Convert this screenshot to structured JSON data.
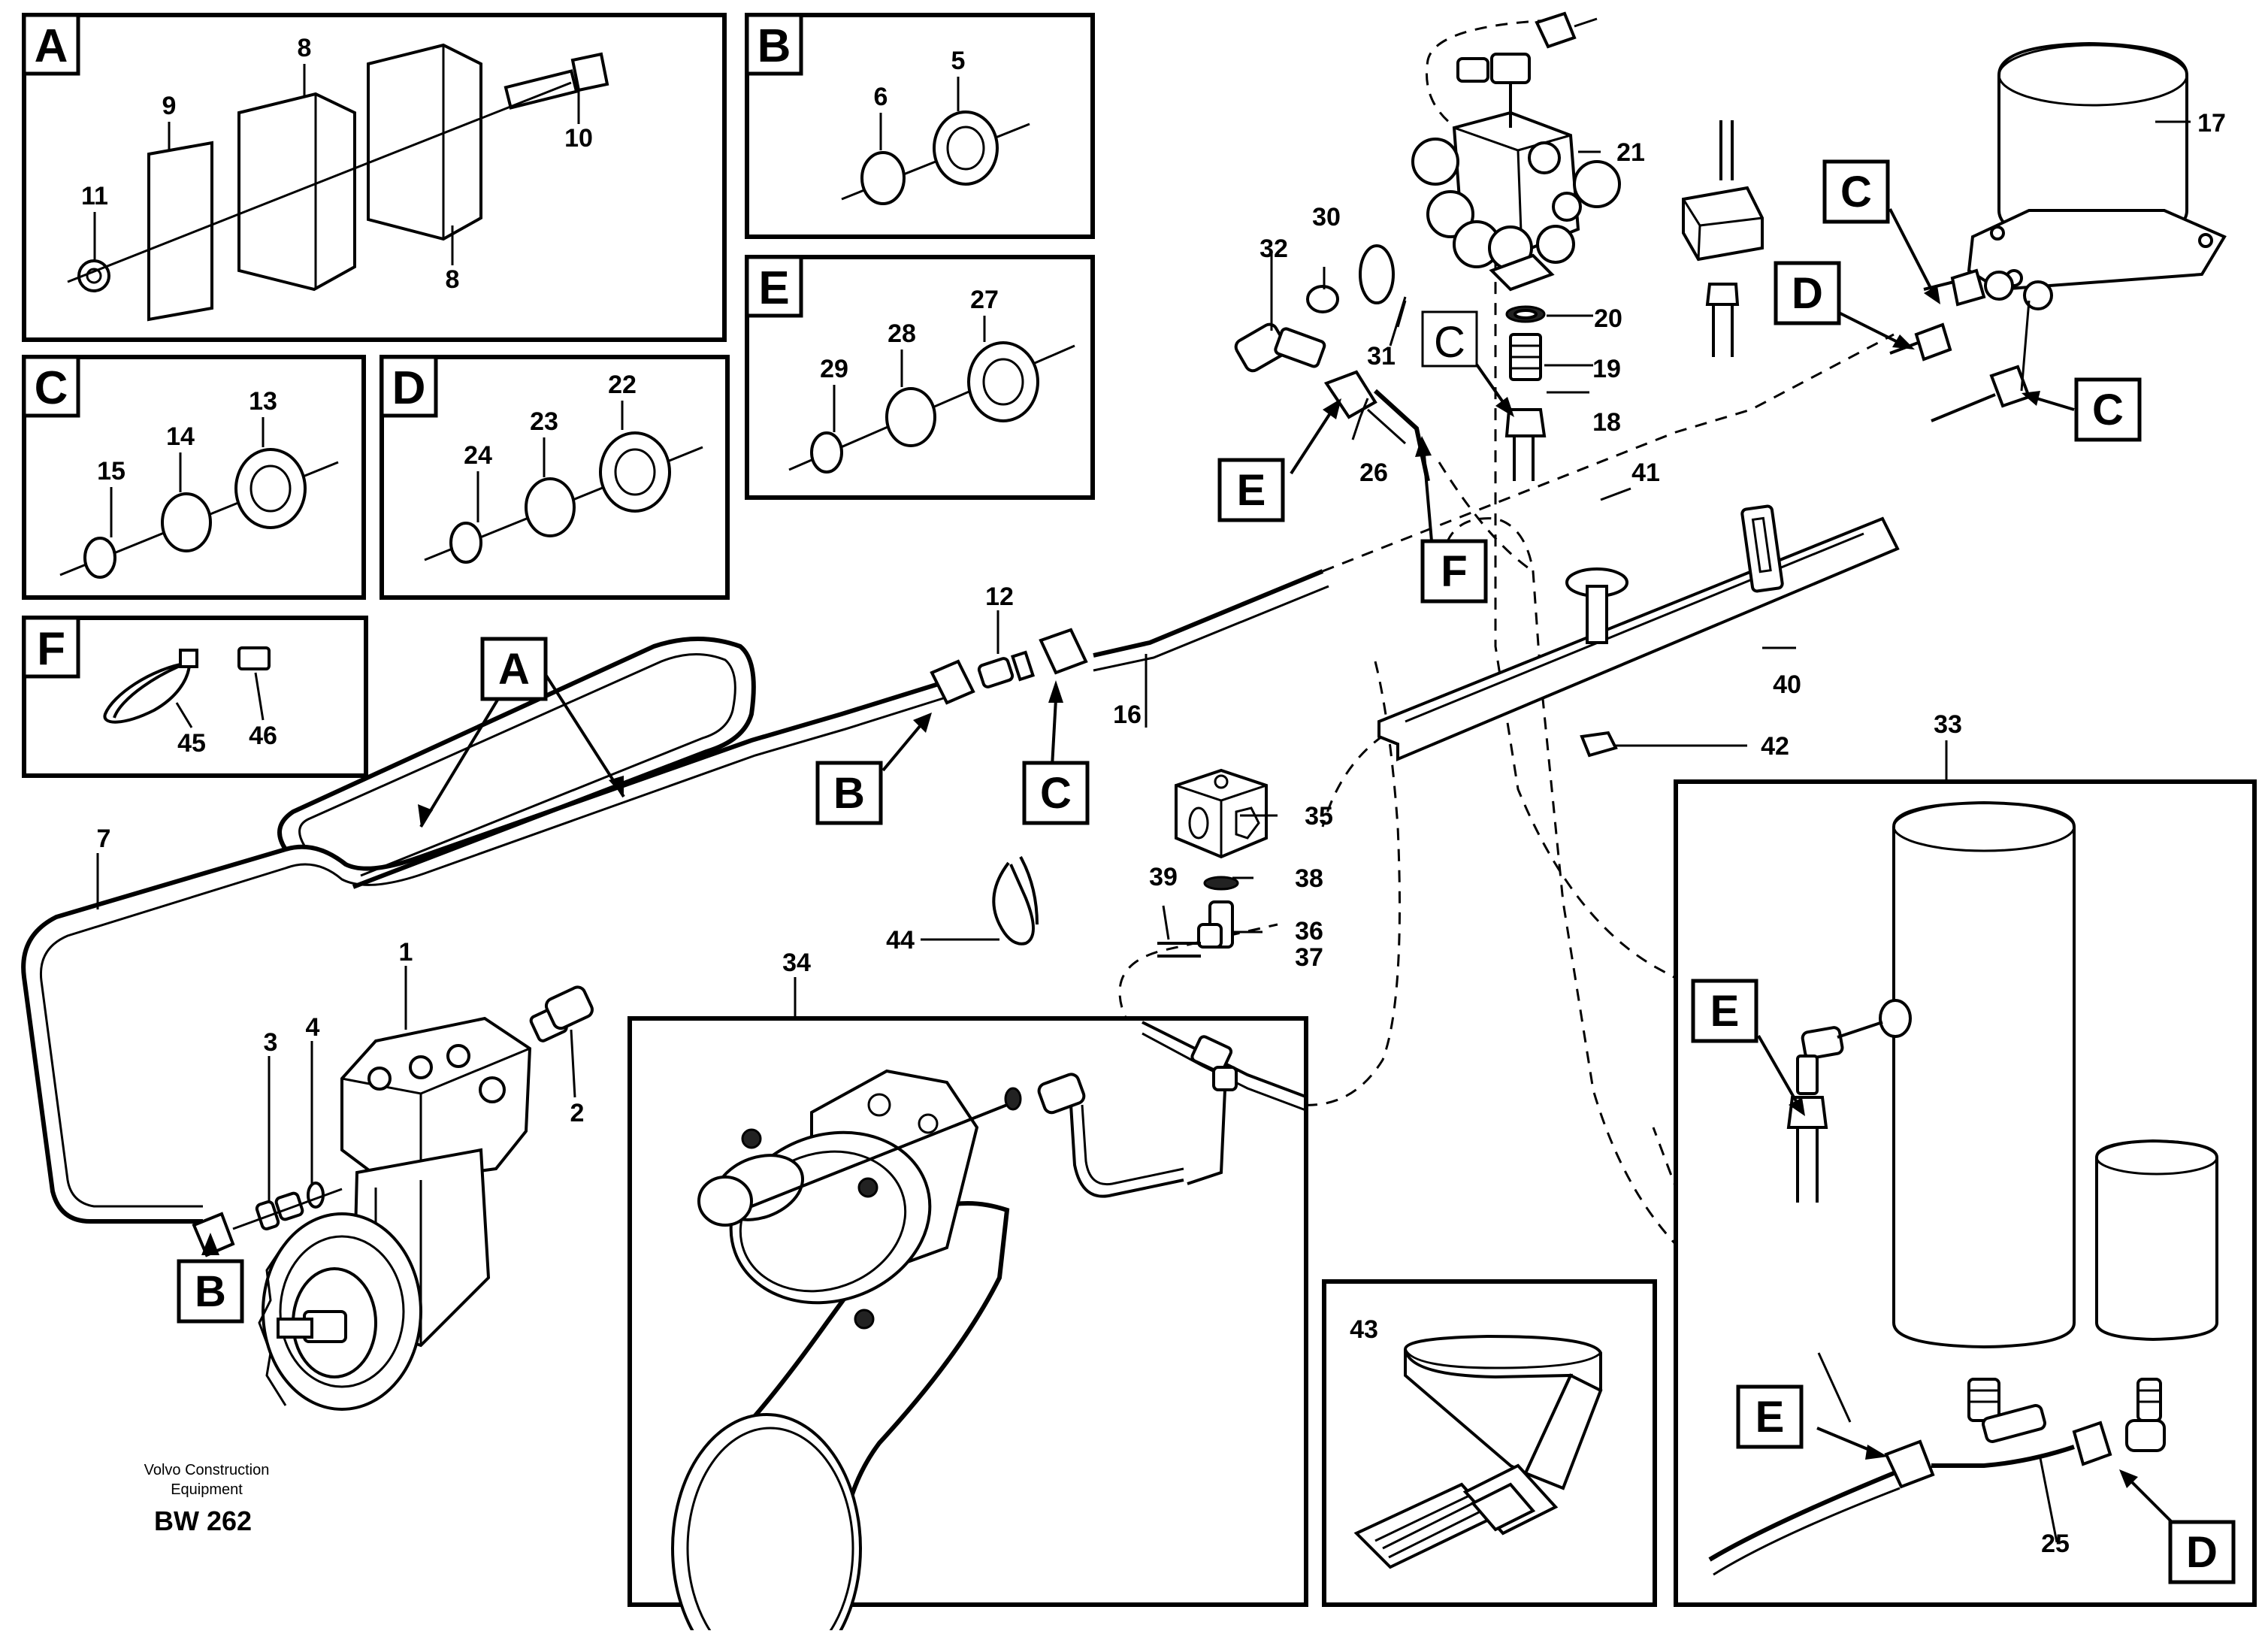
{
  "panels": {
    "A": {
      "letter": "A",
      "callouts": [
        "8",
        "9",
        "8",
        "10",
        "11"
      ]
    },
    "B": {
      "letter": "B",
      "callouts": [
        "5",
        "6"
      ]
    },
    "C": {
      "letter": "C",
      "callouts": [
        "13",
        "14",
        "15"
      ]
    },
    "D": {
      "letter": "D",
      "callouts": [
        "22",
        "23",
        "24"
      ]
    },
    "E": {
      "letter": "E",
      "callouts": [
        "27",
        "28",
        "29"
      ]
    },
    "F": {
      "letter": "F",
      "callouts": [
        "45",
        "46"
      ]
    }
  },
  "main_callouts": {
    "n1": "1",
    "n2": "2",
    "n3": "3",
    "n4": "4",
    "n7": "7",
    "n12": "12",
    "n16": "16",
    "n17": "17",
    "n18": "18",
    "n19": "19",
    "n20": "20",
    "n21": "21",
    "n25": "25",
    "n26": "26",
    "n30": "30",
    "n31": "31",
    "n32": "32",
    "n33": "33",
    "n34": "34",
    "n35": "35",
    "n36": "36",
    "n37": "37",
    "n38": "38",
    "n39": "39",
    "n40": "40",
    "n41": "41",
    "n42": "42",
    "n43": "43",
    "n44": "44"
  },
  "detail_refs": {
    "a_main": "A",
    "b_bottom": "B",
    "b_mid": "B",
    "c_mid": "C",
    "e_valve": "E",
    "f_valve": "F",
    "c_plain": "C",
    "c_top": "C",
    "d_top": "D",
    "c_right": "C",
    "e_tank": "E",
    "e_tank_bottom": "E",
    "d_tank_bottom": "D"
  },
  "credit": {
    "line1": "Volvo Construction",
    "line2": "Equipment",
    "code": "BW 262"
  }
}
